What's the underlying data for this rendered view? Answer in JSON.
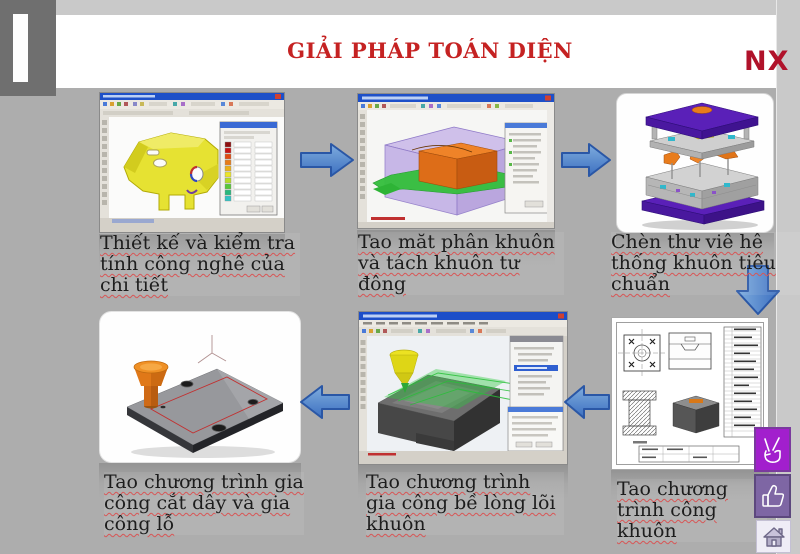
{
  "header": {
    "title": "GIẢI PHÁP TOÁN DIỆN",
    "brand": "NX"
  },
  "steps": [
    {
      "name": "design-and-check",
      "caption": "Thiết kế và kiểm tra tính công nghê của chi tiết"
    },
    {
      "name": "parting-and-split",
      "caption": "Tao măt phân khuôn và tách khuôn tư đông"
    },
    {
      "name": "standard-moldbase-library",
      "caption": "Chèn thư viê hê thống khuôn tiêu chuẩn"
    },
    {
      "name": "mold-drawing",
      "caption": "Tao chương trình công khuôn"
    },
    {
      "name": "core-cavity-machining",
      "caption": "Tao chương trình gia công bề lòng lõi khuôn"
    },
    {
      "name": "wire-cut-and-holes",
      "caption": "Tao chương trình gia công cắt dây và gia công lỗ"
    }
  ],
  "nav_buttons": [
    {
      "icon": "victory-hand-icon"
    },
    {
      "icon": "thumbs-up-icon"
    },
    {
      "icon": "home-icon"
    }
  ],
  "colors": {
    "title_red": "#c52222",
    "brand_red": "#b0122a",
    "content_gray": "#adadad",
    "outer_gray": "#c9c9c9",
    "corner_dark_gray": "#6f6f6f",
    "arrow_fill": "#4d82cc",
    "arrow_border": "#2a57a6",
    "nav_purple_bright": "#a21fcd",
    "nav_purple_muted": "#7e66a4",
    "caption_underline": "#d85656"
  }
}
